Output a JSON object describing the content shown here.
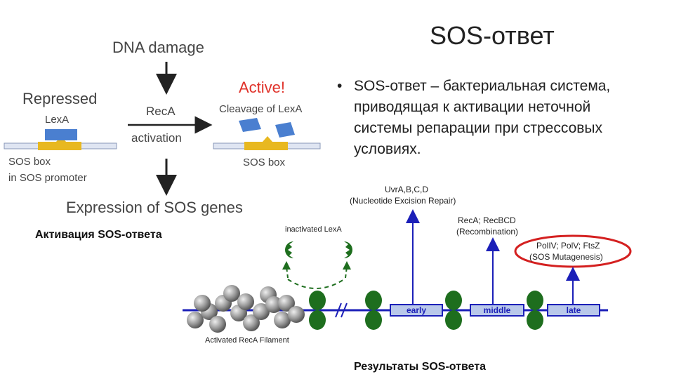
{
  "slide": {
    "title": "SOS-ответ",
    "bullet": "SOS-ответ – бактериальная система, приводящая к активации неточной системы репарации при стрессовых условиях.",
    "caption_left": "Активация SOS-ответа",
    "caption_bottom": "Результаты SOS-ответа"
  },
  "diagram1": {
    "dna_damage": "DNA damage",
    "repressed": "Repressed",
    "lexa": "LexA",
    "reca": "RecA",
    "activation": "activation",
    "active": "Active!",
    "cleavage": "Cleavage of LexA",
    "sos_box_promoter_1": "SOS box",
    "sos_box_promoter_2": "in SOS promoter",
    "sos_box": "SOS box",
    "expression": "Expression of SOS genes"
  },
  "diagram2": {
    "uvr": "UvrA,B,C,D",
    "ner": "(Nucleotide Excision Repair)",
    "rec": "RecA; RecBCD",
    "recomb": "(Recombination)",
    "pol": "PolIV; PolV; FtsZ",
    "mut": "(SOS Mutagenesis)",
    "inactivated": "inactivated LexA",
    "early": "early",
    "middle": "middle",
    "late": "late",
    "filament": "Activated RecA Filament"
  },
  "colors": {
    "arrow_blue": "#1b1fb8",
    "lexa_green": "#1e6e1e",
    "box_blue": "#b9c8ea",
    "sos_box_yellow": "#e8b820",
    "lexa_blue": "#4a7fd0",
    "active_red": "#e0322a",
    "ellipse_red": "#d42020"
  }
}
